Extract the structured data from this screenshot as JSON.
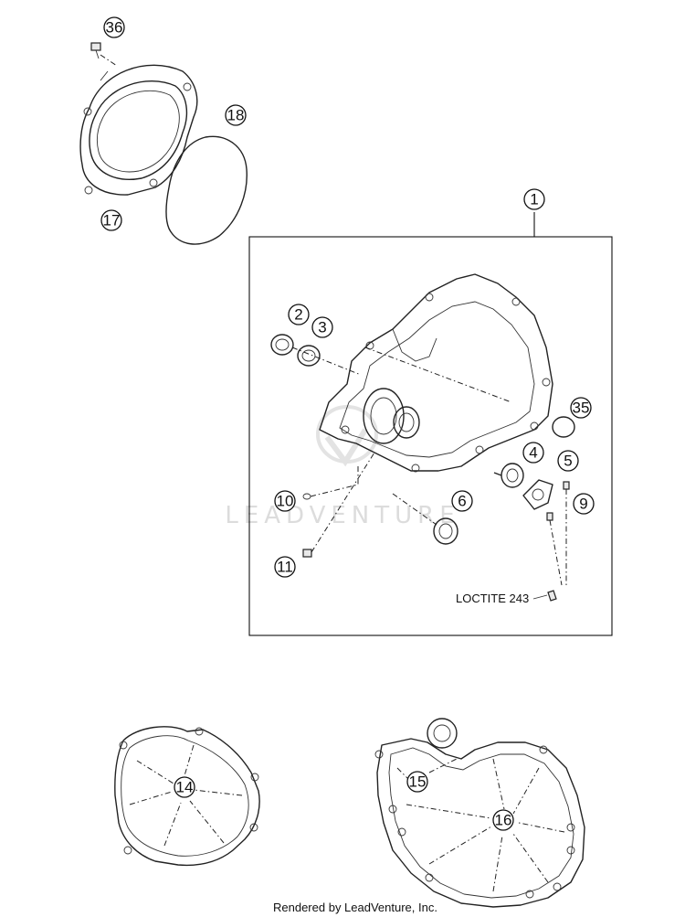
{
  "callouts": {
    "c36": "36",
    "c18": "18",
    "c17": "17",
    "c1": "1",
    "c2": "2",
    "c3": "3",
    "c35": "35",
    "c4": "4",
    "c5": "5",
    "c10": "10",
    "c6": "6",
    "c9": "9",
    "c11": "11",
    "c14": "14",
    "c15": "15",
    "c16": "16"
  },
  "note": "LOCTITE 243",
  "watermark": "LEADVENTURE",
  "footer": "Rendered by LeadVenture, Inc."
}
